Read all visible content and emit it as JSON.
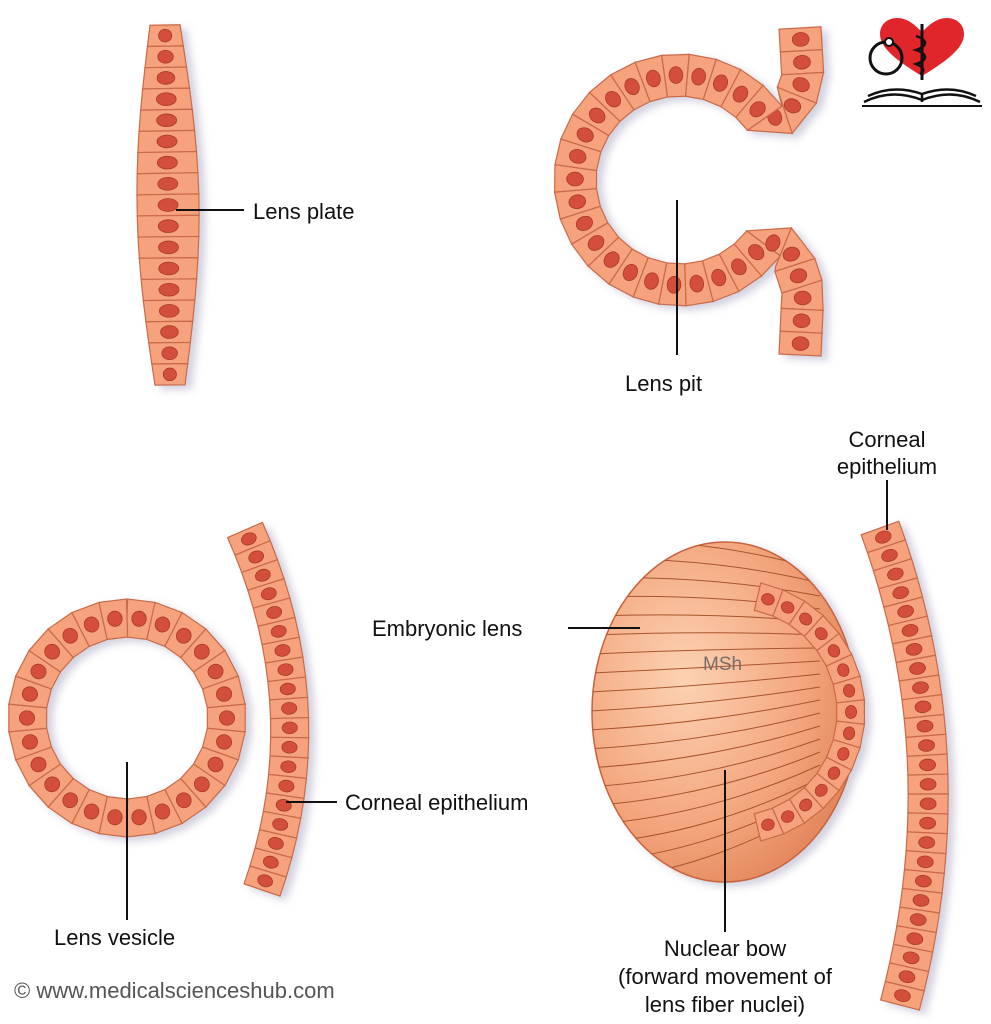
{
  "labels": {
    "lens_plate": "Lens plate",
    "lens_pit": "Lens pit",
    "corneal_epithelium_top": [
      "Corneal",
      "epithelium"
    ],
    "embryonic_lens": "Embryonic lens",
    "msh": "MSh",
    "corneal_epithelium": "Corneal epithelium",
    "lens_vesicle": "Lens vesicle",
    "nuclear_bow": [
      "Nuclear bow",
      "(forward movement of",
      "lens fiber nuclei)"
    ]
  },
  "copyright": "© www.medicalscienceshub.com",
  "colors": {
    "cell": "#f5a27d",
    "cell_border": "#c96a48",
    "nucleus": "#d4503a",
    "logo_heart": "#e0252b"
  }
}
